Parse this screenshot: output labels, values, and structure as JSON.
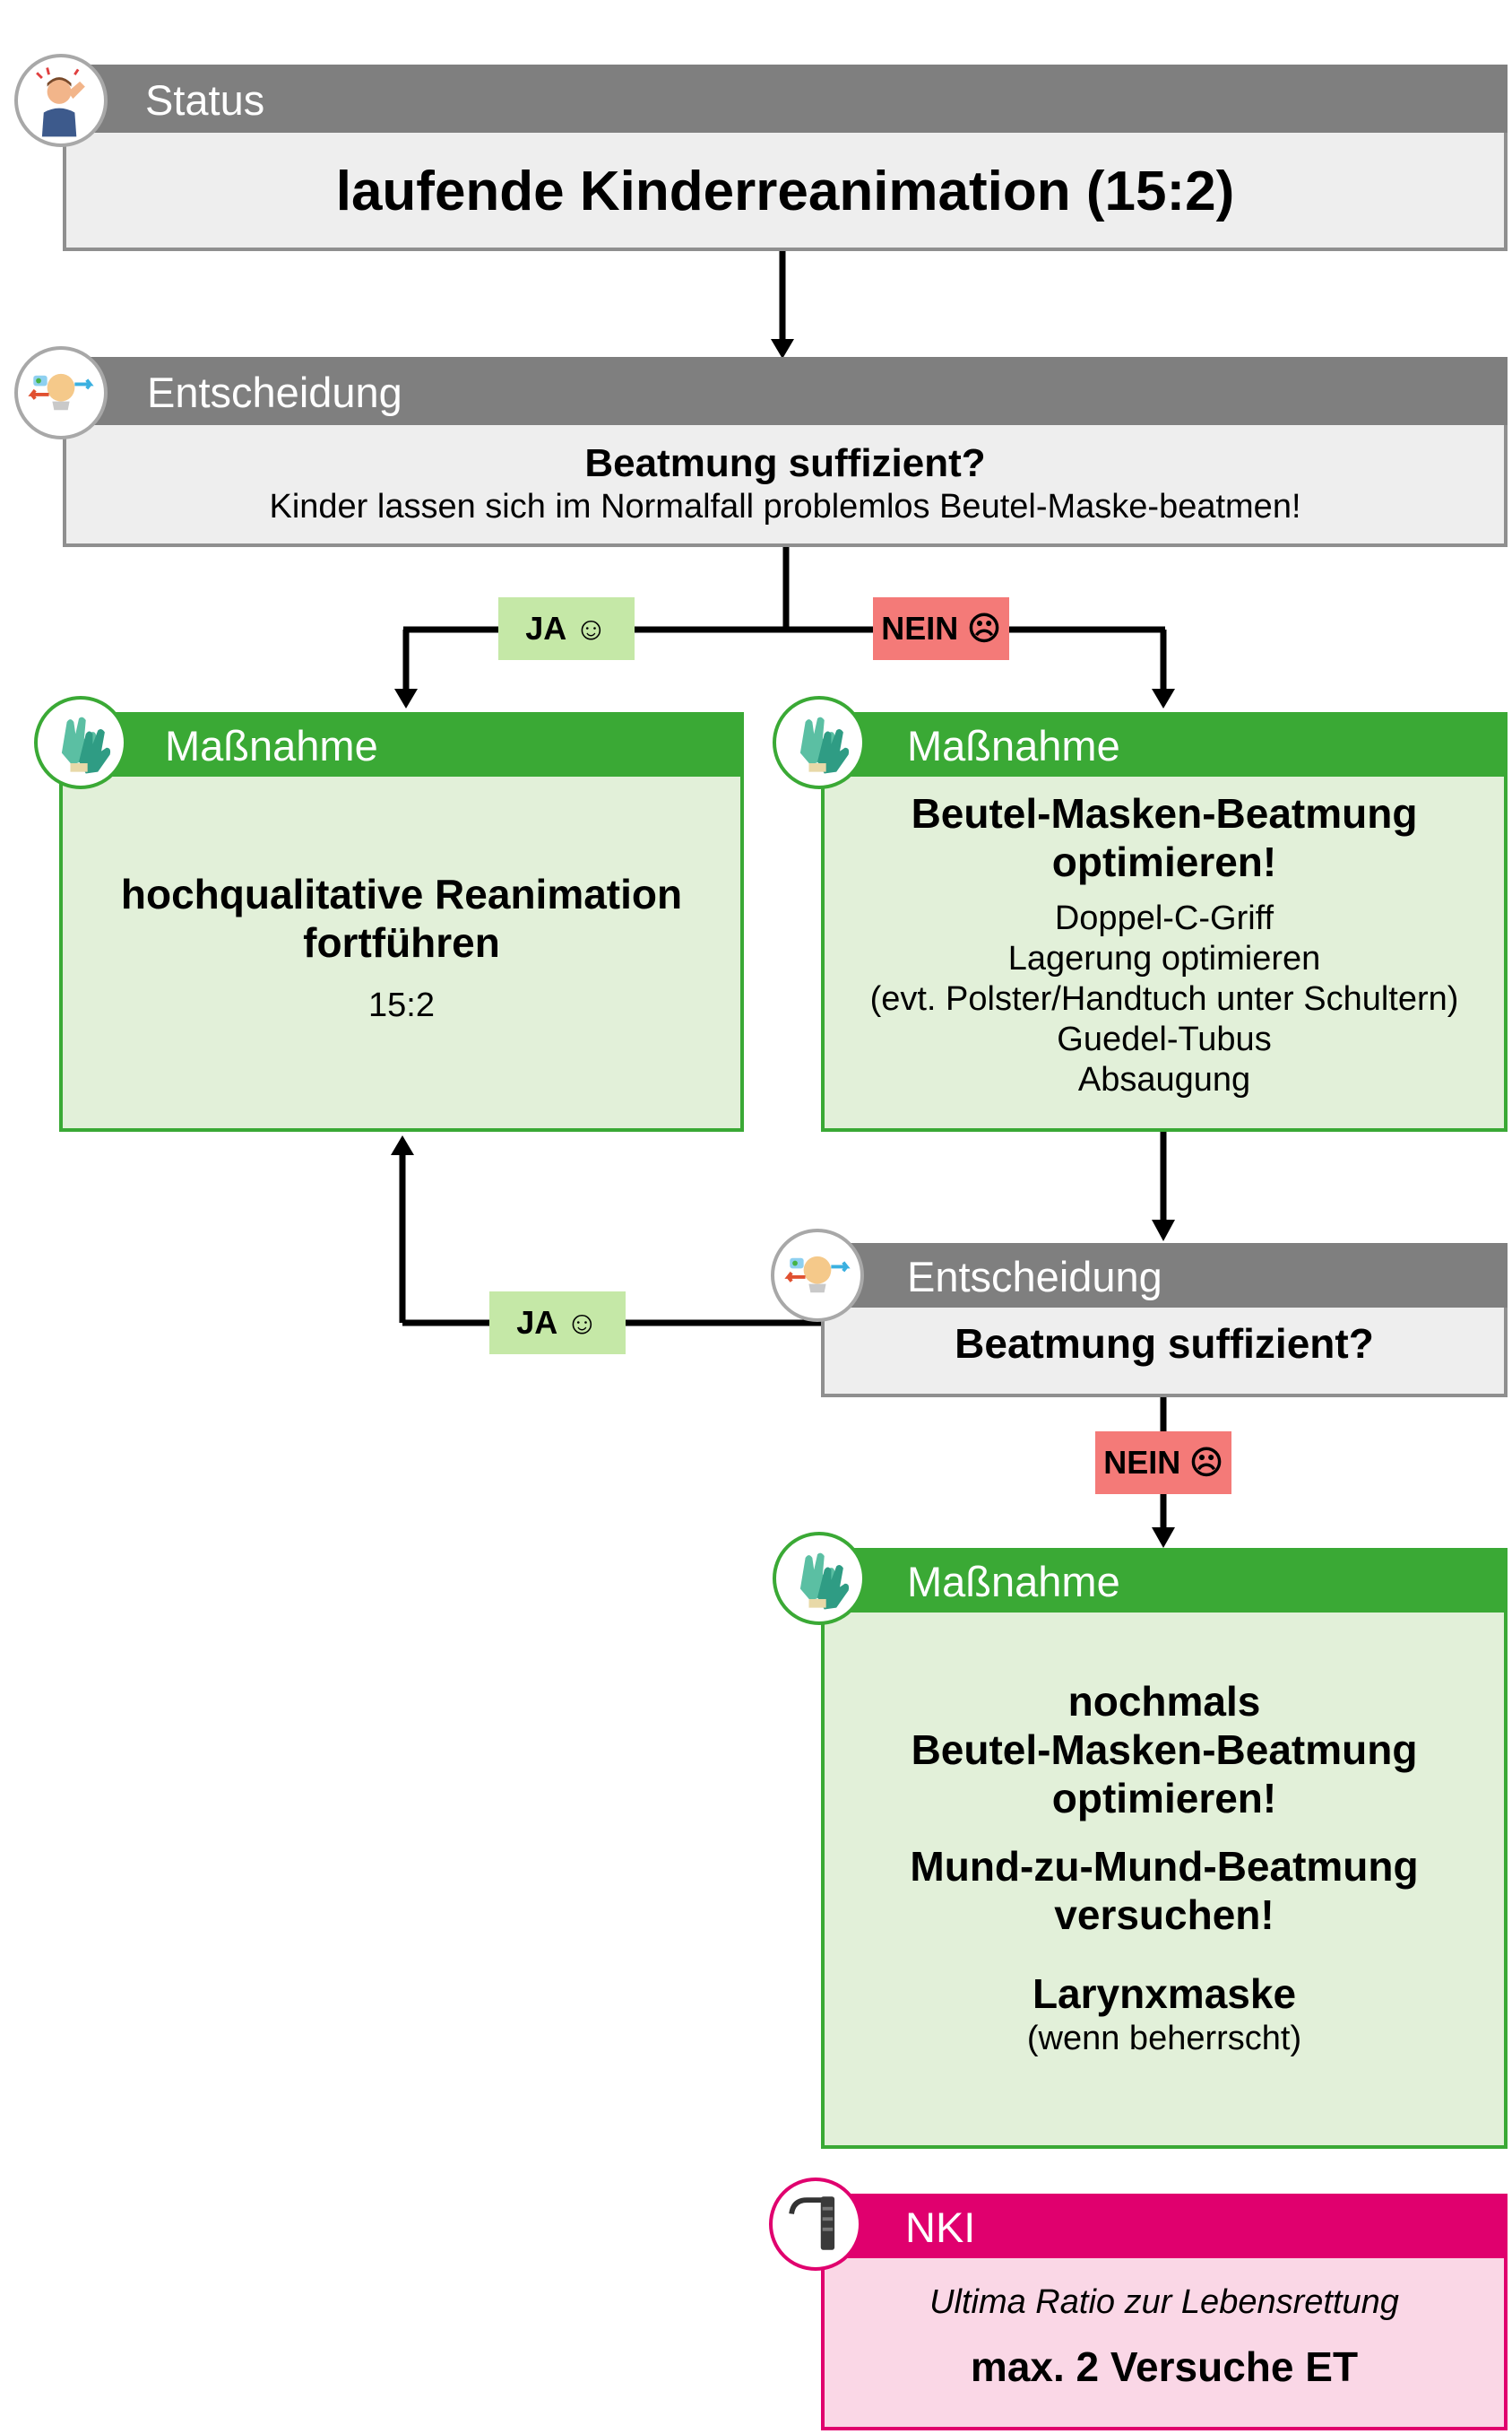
{
  "status": {
    "header": "Status",
    "title": "laufende Kinderreanimation (15:2)"
  },
  "decision1": {
    "header": "Entscheidung",
    "title": "Beatmung suffizient?",
    "subtitle": "Kinder lassen sich im Normalfall problemlos Beutel-Maske-beatmen!"
  },
  "labels": {
    "ja": "JA ☺",
    "nein": "NEIN ☹"
  },
  "measure_left": {
    "header": "Maßnahme",
    "title_line1": "hochqualitative Reanimation",
    "title_line2": "fortführen",
    "detail": "15:2"
  },
  "measure_right": {
    "header": "Maßnahme",
    "title_line1": "Beutel-Masken-Beatmung",
    "title_line2": "optimieren!",
    "items": [
      "Doppel-C-Griff",
      "Lagerung optimieren",
      "(evt. Polster/Handtuch unter Schultern)",
      "Guedel-Tubus",
      "Absaugung"
    ]
  },
  "decision2": {
    "header": "Entscheidung",
    "title": "Beatmung suffizient?"
  },
  "measure_bottom": {
    "header": "Maßnahme",
    "line1": "nochmals",
    "line2": "Beutel-Masken-Beatmung",
    "line3": "optimieren!",
    "line4": "Mund-zu-Mund-Beatmung",
    "line5": "versuchen!",
    "line6": "Larynxmaske",
    "line7": "(wenn beherrscht)"
  },
  "nki": {
    "header": "NKI",
    "subtitle": "Ultima Ratio zur Lebensrettung",
    "title": "max. 2 Versuche ET"
  },
  "icons": {
    "status": "person-headache-icon",
    "decision": "decision-brain-icon",
    "measure": "gloves-icon",
    "nki": "laryngoscope-icon"
  },
  "colors": {
    "gray_header": "#7f7f7f",
    "gray_body": "#eeeeee",
    "green_header": "#3aa935",
    "green_body": "#e2f0d9",
    "pink_header": "#e0006e",
    "pink_body": "#fad7e6",
    "ja_badge": "#c5e8a7",
    "nein_badge": "#f47a78"
  }
}
